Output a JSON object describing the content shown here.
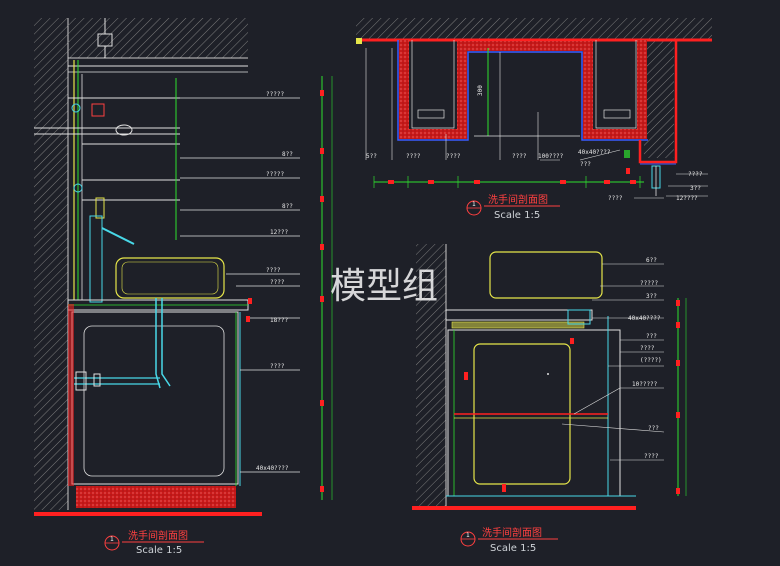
{
  "watermark": "模型组",
  "left_view": {
    "title": "洗手间剖面图",
    "scale": "Scale 1:5",
    "number": "1",
    "labels": [
      "?????",
      "8??",
      "?????",
      "8??",
      "12???",
      "????",
      "????",
      "18???",
      "????",
      "40x40????"
    ]
  },
  "top_view": {
    "title": "洗手间剖面图",
    "scale": "Scale 1:5",
    "number": "1",
    "labels": [
      "5??",
      "????",
      "????",
      "????",
      "100????",
      "40x40????",
      "???",
      "????",
      "3??",
      "12????",
      "????"
    ],
    "inner_label": "300"
  },
  "right_view": {
    "title": "洗手间剖面图",
    "scale": "Scale 1:5",
    "number": "1",
    "labels": [
      "6??",
      "?????",
      "3??",
      "40x40????",
      "???",
      "????",
      "(????)",
      "10?????",
      "???",
      "????"
    ]
  },
  "colors": {
    "background": "#1e2028",
    "wall_hatch": "#8a8a8a",
    "accent_red": "#ff2020",
    "dim_green": "#2ee02e",
    "outline_yellow": "#e6e64a",
    "outline_cyan": "#48d8e8",
    "outline_blue": "#3a5cff",
    "leader_white": "#e0e0e0"
  }
}
